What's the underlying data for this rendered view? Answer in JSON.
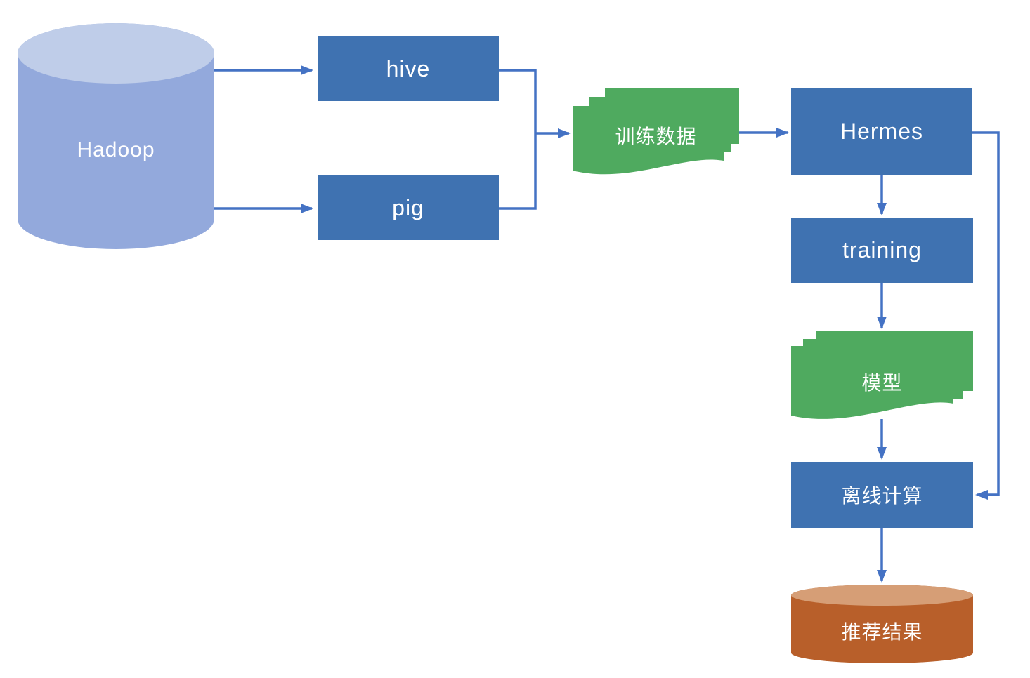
{
  "diagram": {
    "nodes": {
      "hadoop": {
        "label": "Hadoop",
        "shape": "cylinder"
      },
      "hive": {
        "label": "hive",
        "shape": "rectangle"
      },
      "pig": {
        "label": "pig",
        "shape": "rectangle"
      },
      "trainingData": {
        "label": "训练数据",
        "shape": "multidocument"
      },
      "hermes": {
        "label": "Hermes",
        "shape": "rectangle"
      },
      "training": {
        "label": "training",
        "shape": "rectangle"
      },
      "model": {
        "label": "模型",
        "shape": "multidocument"
      },
      "offline": {
        "label": "离线计算",
        "shape": "rectangle"
      },
      "results": {
        "label": "推荐结果",
        "shape": "cylinder"
      }
    },
    "edges": [
      {
        "from": "hadoop",
        "to": "hive"
      },
      {
        "from": "hadoop",
        "to": "pig"
      },
      {
        "from": "hive",
        "to": "trainingData"
      },
      {
        "from": "pig",
        "to": "trainingData"
      },
      {
        "from": "trainingData",
        "to": "hermes"
      },
      {
        "from": "hermes",
        "to": "training"
      },
      {
        "from": "training",
        "to": "model"
      },
      {
        "from": "model",
        "to": "offline"
      },
      {
        "from": "hermes",
        "to": "offline"
      },
      {
        "from": "offline",
        "to": "results"
      }
    ]
  },
  "colors": {
    "box_blue": "#3F72B1",
    "connector_blue": "#4472C4",
    "doc_green": "#4FAA5F",
    "hadoop_body": "#93A9DC",
    "hadoop_top": "#BFCDE9",
    "results_body": "#B85F2A",
    "results_top": "#D69E76",
    "text_white": "#FFFFFF"
  }
}
